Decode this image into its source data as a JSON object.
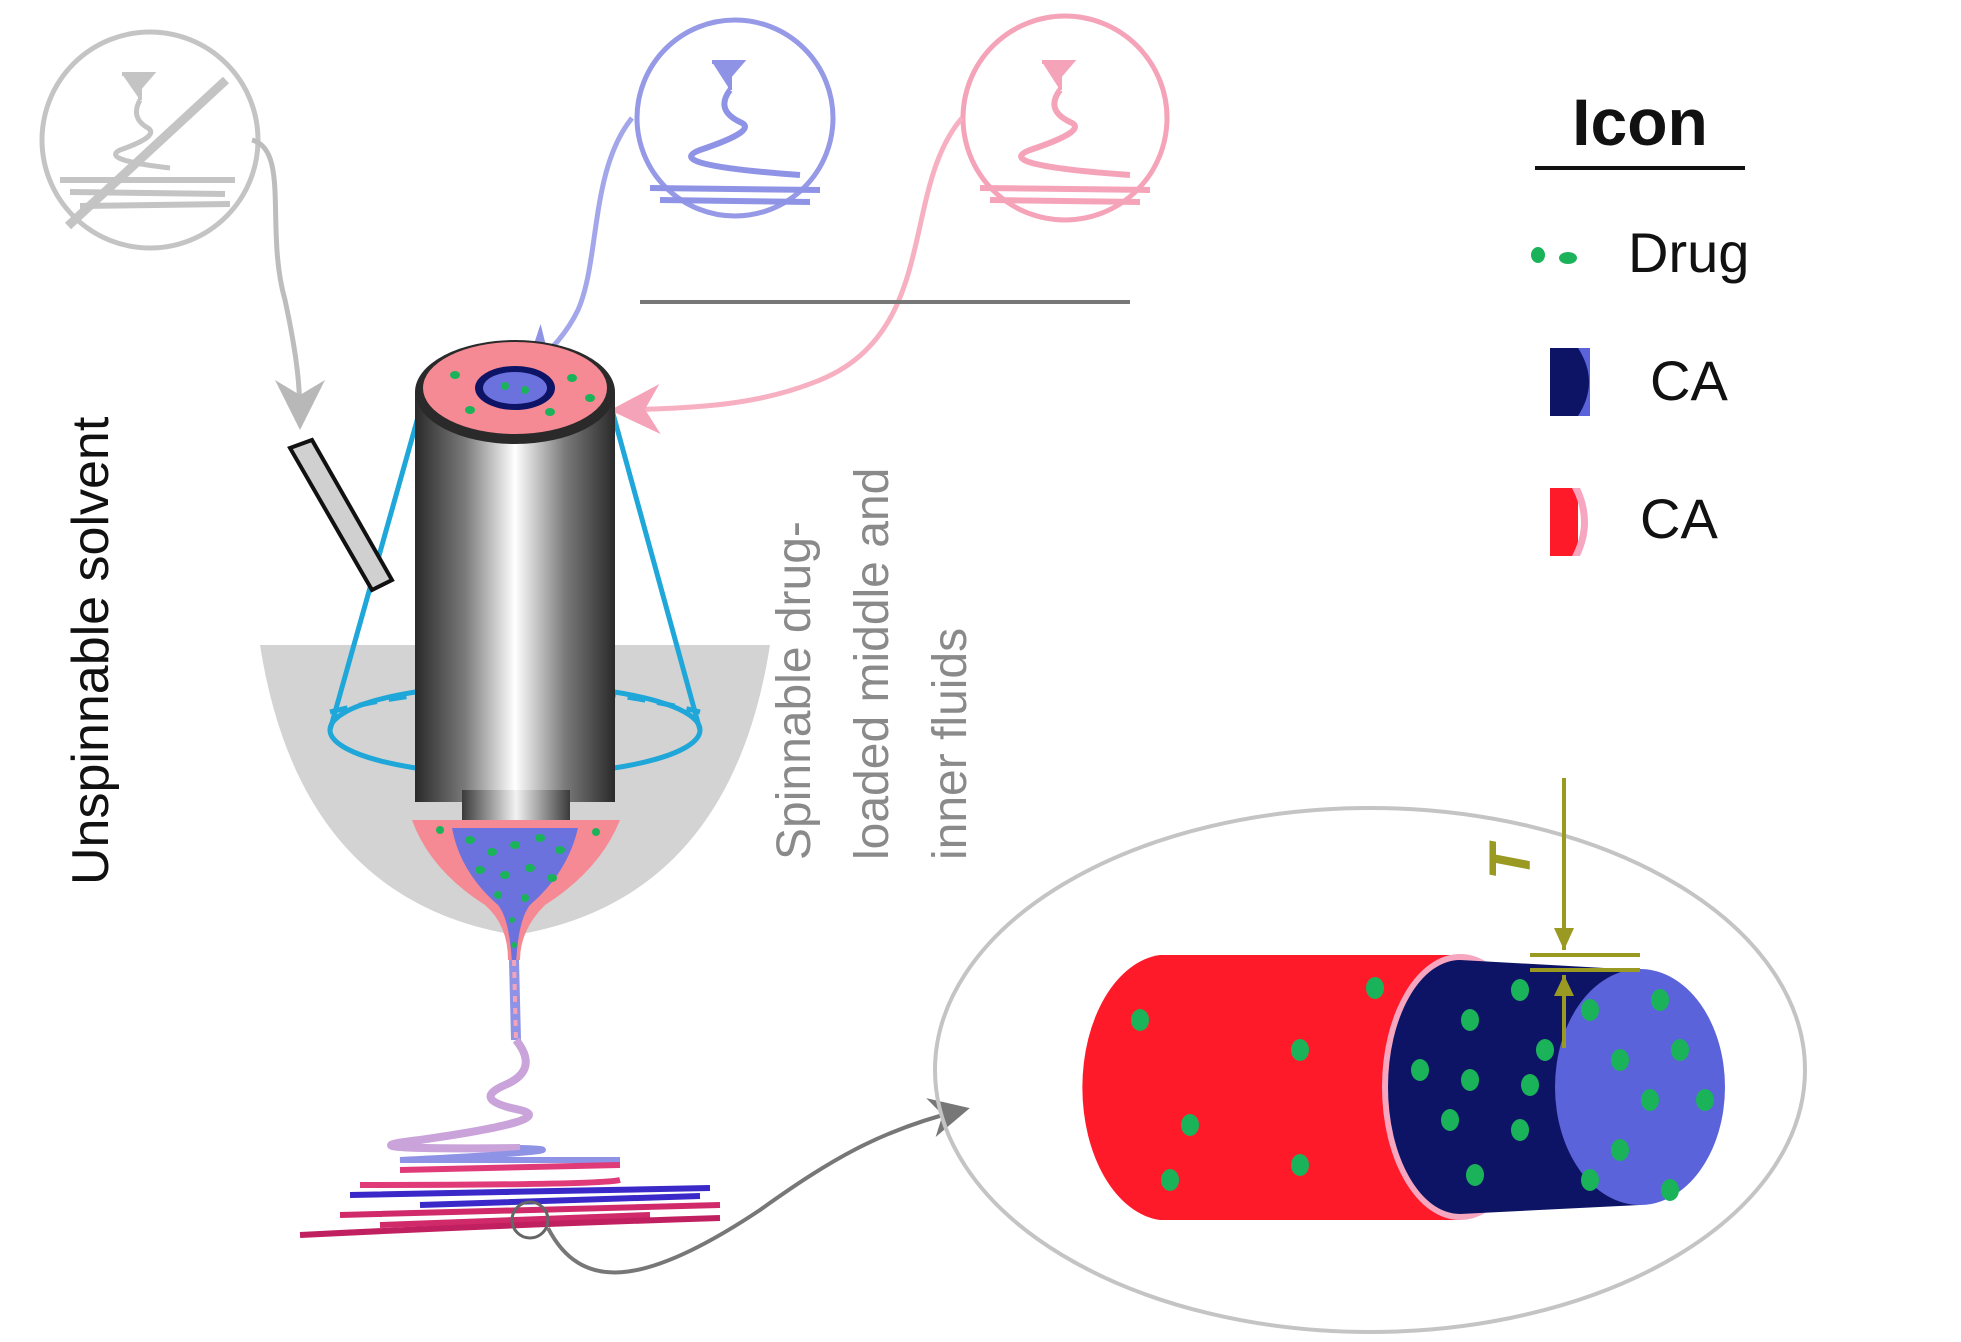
{
  "labels": {
    "unspinnable": "Unspinnable solvent",
    "spinnable_line1": "Spinnable drug-",
    "spinnable_line2": "loaded middle and",
    "spinnable_line3": "inner fluids",
    "thickness": "T"
  },
  "legend": {
    "title": "Icon",
    "items": [
      {
        "icon": "drug-dots-icon",
        "label": "Drug"
      },
      {
        "icon": "ca-blue-segment-icon",
        "label": "CA"
      },
      {
        "icon": "ca-red-segment-icon",
        "label": "CA"
      }
    ]
  },
  "colors": {
    "gray": "#bdbdbd",
    "blue_fluid": "#8f93e6",
    "pink_fluid": "#f5a3b8",
    "cone_outline": "#1ea7d8",
    "drug": "#1bb35a",
    "shell_red": "#ff1a2a",
    "core_navy": "#0d1466",
    "core_blue": "#5a63d9",
    "annotation": "#9a9a22"
  }
}
